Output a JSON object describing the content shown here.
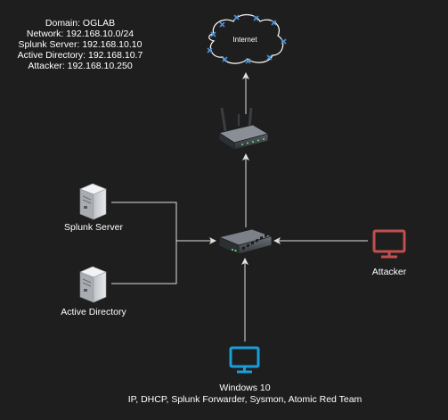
{
  "info": {
    "lines": [
      "Domain: OGLAB",
      "Network: 192.168.10.0/24",
      "Splunk Server: 192.168.10.10",
      "Active Directory: 192.168.10.7",
      "Attacker: 192.168.10.250"
    ]
  },
  "nodes": {
    "internet": {
      "label": "Internet",
      "icon": "cloud-icon",
      "color": "#4d8fd1"
    },
    "router": {
      "icon": "router-icon"
    },
    "switch": {
      "icon": "network-switch-icon"
    },
    "splunk": {
      "label": "Splunk Server",
      "icon": "server-icon"
    },
    "ad": {
      "label": "Active Directory",
      "icon": "server-icon"
    },
    "attacker": {
      "label": "Attacker",
      "icon": "monitor-icon",
      "color": "#c0504d"
    },
    "windows": {
      "label": "Windows 10",
      "sublabel": "IP, DHCP, Splunk Forwarder, Sysmon, Atomic Red Team",
      "icon": "monitor-icon",
      "color": "#1a9ed9"
    }
  },
  "colors": {
    "background": "#1e1e1e",
    "connector": "#e0e0e0",
    "text": "#ffffff"
  }
}
